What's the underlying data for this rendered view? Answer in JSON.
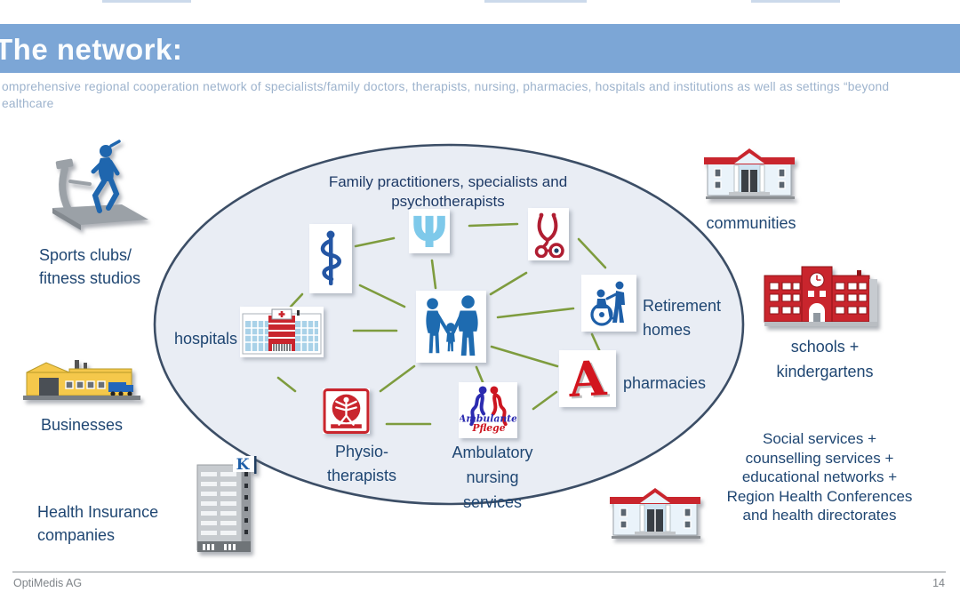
{
  "slide": {
    "title": "The network:",
    "subtitle_line1": "omprehensive regional cooperation network of specialists/family doctors,  therapists, nursing, pharmacies, hospitals and institutions as well as settings “beyond",
    "subtitle_line2": "ealthcare",
    "footer_company": "OptiMedis AG",
    "footer_page": "14"
  },
  "colors": {
    "title_bar_blue": "#7CA6D6",
    "ellipse_fill": "#E9EDF4",
    "ellipse_stroke": "#3C4E66",
    "connector_green": "#7E9C3E",
    "label_navy": "#1F4672",
    "icon_blue": "#1E6BB0",
    "icon_red": "#C9252D"
  },
  "network": {
    "header_line1": "Family practitioners, specialists and",
    "header_line2": "psychotherapists",
    "nodes": {
      "psychotherapy": {
        "icon_letter": "Ψ"
      },
      "hospitals": {
        "label": "hospitals"
      },
      "physiotherapists": {
        "label_line1": "Physio-",
        "label_line2": "therapists"
      },
      "ambulatory": {
        "label_line1": "Ambulatory",
        "label_line2": "nursing",
        "label_line3": "services",
        "icon_text_line1": "Ambulante",
        "icon_text_line2": "Pflege"
      },
      "pharmacies": {
        "label": "pharmacies",
        "icon_letter": "A"
      },
      "retirement": {
        "label_line1": "Retirement",
        "label_line2": "homes"
      }
    }
  },
  "surroundings": {
    "sports": {
      "label_line1": "Sports clubs/",
      "label_line2": "fitness studios"
    },
    "businesses": {
      "label": "Businesses"
    },
    "insurance": {
      "label_line1": "Health Insurance",
      "label_line2": "companies",
      "building_letter": "K"
    },
    "communities": {
      "label": "communities"
    },
    "schools": {
      "label_line1": "schools +",
      "label_line2": "kindergartens"
    },
    "social": {
      "line1": "Social services +",
      "line2": "counselling services  +",
      "line3": "educational networks +",
      "line4": "Region Health Conferences",
      "line5": "and health directorates"
    }
  }
}
